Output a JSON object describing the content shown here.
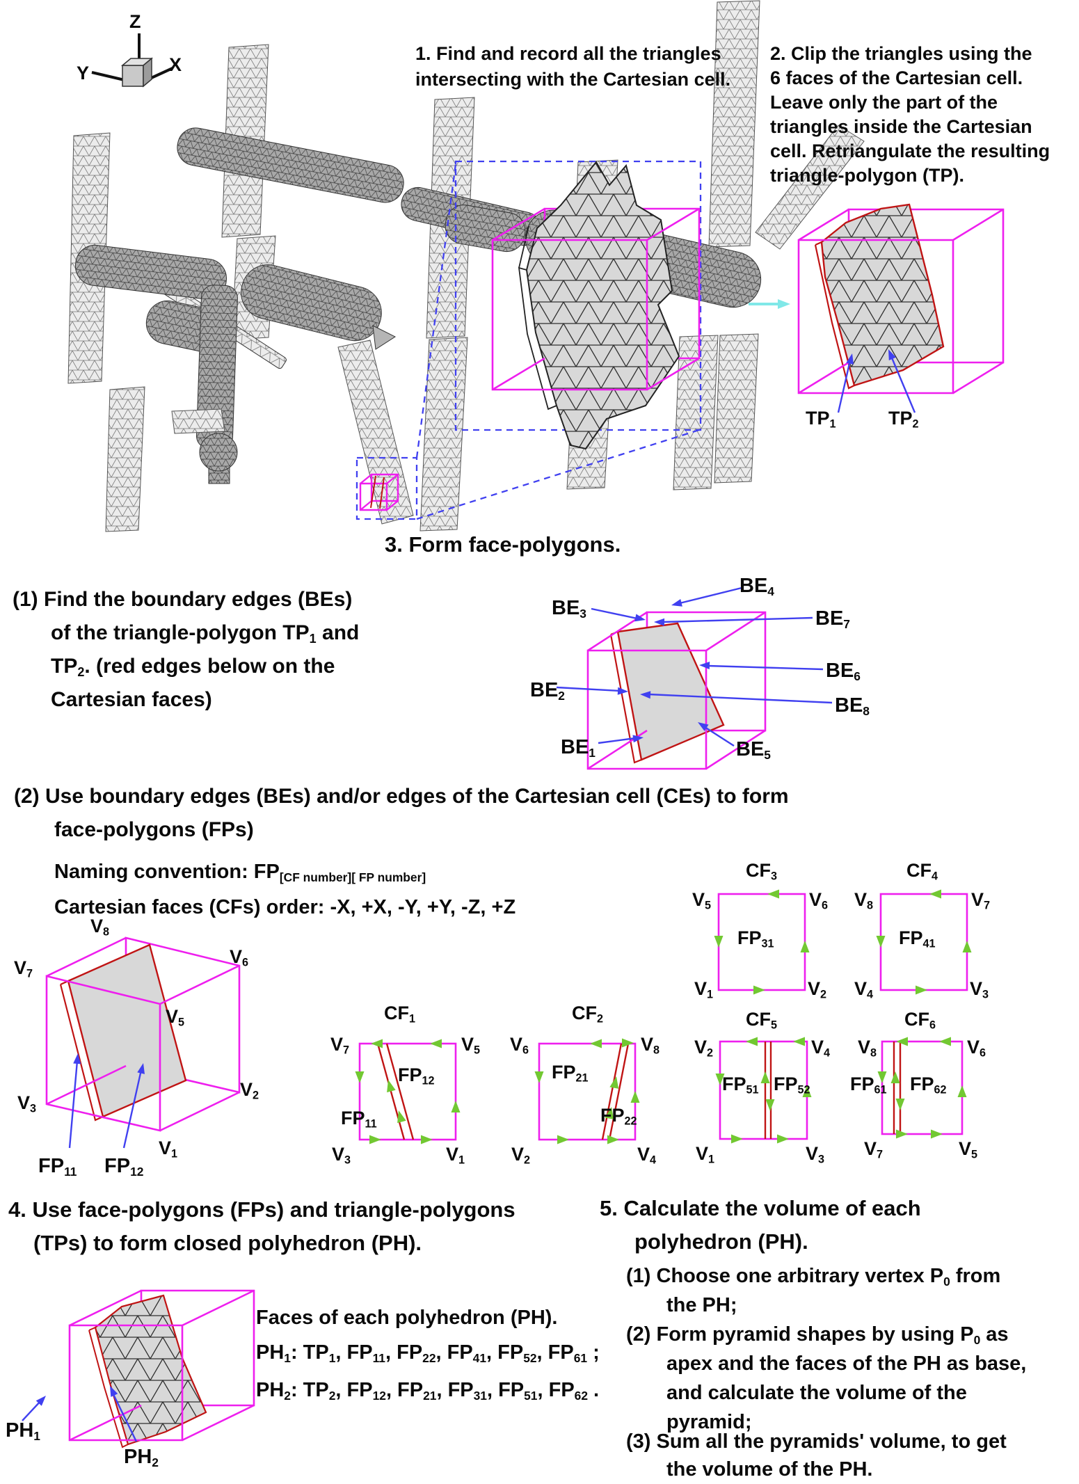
{
  "colors": {
    "magenta": "#ee1fee",
    "red": "#c01414",
    "blue": "#4040f0",
    "green": "#72c832",
    "cyan": "#80e8e8",
    "slabgray": "#d8d8d8",
    "text": "#0a0a0a"
  },
  "axis_triad": {
    "z": "Z",
    "x": "X",
    "y": "Y"
  },
  "step1": {
    "lines": [
      "1. Find and record all the triangles",
      "intersecting with the Cartesian cell."
    ]
  },
  "step2": {
    "lines": [
      "2. Clip the triangles using the",
      "6 faces of the Cartesian cell.",
      "Leave only the part of the",
      "triangles inside the Cartesian",
      "cell. Retriangulate the resulting",
      "triangle-polygon (TP)."
    ]
  },
  "clip_cube": {
    "tp1": "TP~1~",
    "tp2": "TP~2~"
  },
  "step3": {
    "title": "3. Form face-polygons.",
    "item1_lines": [
      "(1) Find the boundary edges (BEs)",
      "of the triangle-polygon TP~1~ and",
      "TP~2~. (red edges below on the",
      "Cartesian faces)"
    ],
    "boundary_edges": {
      "be1": "BE~1~",
      "be2": "BE~2~",
      "be3": "BE~3~",
      "be4": "BE~4~",
      "be5": "BE~5~",
      "be6": "BE~6~",
      "be7": "BE~7~",
      "be8": "BE~8~"
    },
    "item2_lines": [
      "(2) Use boundary edges (BEs) and/or edges of the Cartesian cell (CEs) to form",
      "face-polygons (FPs)"
    ],
    "naming_convention": "Naming convention: FP~[CF number][ FP number]~",
    "cf_order": "Cartesian faces (CFs) order: -X, +X, -Y, +Y, -Z, +Z",
    "vertex_cube": {
      "v1": "V~1~",
      "v2": "V~2~",
      "v3": "V~3~",
      "v5": "V~5~",
      "v6": "V~6~",
      "v7": "V~7~",
      "v8": "V~8~",
      "fp11": "FP~11~",
      "fp12": "FP~12~"
    },
    "cf_squares": [
      {
        "title": "CF~1~",
        "tl": "V~7~",
        "tr": "V~5~",
        "bl": "V~3~",
        "br": "V~1~",
        "fp_upper": "FP~12~",
        "fp_lower": "FP~11~"
      },
      {
        "title": "CF~2~",
        "tl": "V~6~",
        "tr": "V~8~",
        "bl": "V~2~",
        "br": "V~4~",
        "fp_upper": "FP~21~",
        "fp_lower": "FP~22~"
      },
      {
        "title": "CF~3~",
        "tl": "V~5~",
        "tr": "V~6~",
        "bl": "V~1~",
        "br": "V~2~",
        "fp_upper": "FP~31~"
      },
      {
        "title": "CF~4~",
        "tl": "V~8~",
        "tr": "V~7~",
        "bl": "V~4~",
        "br": "V~3~",
        "fp_upper": "FP~41~"
      },
      {
        "title": "CF~5~",
        "tl": "V~2~",
        "tr": "V~4~",
        "bl": "V~1~",
        "br": "V~3~",
        "fp_left": "FP~51~",
        "fp_right": "FP~52~"
      },
      {
        "title": "CF~6~",
        "tl": "V~8~",
        "tr": "V~6~",
        "bl": "V~7~",
        "br": "V~5~",
        "fp_left": "FP~61~",
        "fp_right": "FP~62~"
      }
    ]
  },
  "step4": {
    "lines": [
      "4. Use face-polygons (FPs) and triangle-polygons",
      "(TPs) to form closed polyhedron (PH)."
    ],
    "faces_title": "Faces of each polyhedron (PH).",
    "ph1_faces": "PH~1~: TP~1~, FP~11~, FP~22~, FP~41~, FP~52~, FP~61~ ;",
    "ph2_faces": "PH~2~: TP~2~, FP~12~, FP~21~, FP~31~, FP~51~, FP~62~ .",
    "ph1_label": "PH~1~",
    "ph2_label": "PH~2~"
  },
  "step5": {
    "lines": [
      "5. Calculate the volume of each",
      "polyhedron (PH)."
    ],
    "item_lines": [
      "(1) Choose one arbitrary vertex P~0~ from",
      "the PH;",
      "(2) Form pyramid shapes by using P~0~ as",
      "apex and the faces of the PH as base,",
      "and calculate the volume of the",
      "pyramid;",
      "(3) Sum all the pyramids' volume, to get",
      "the volume of the PH."
    ]
  }
}
